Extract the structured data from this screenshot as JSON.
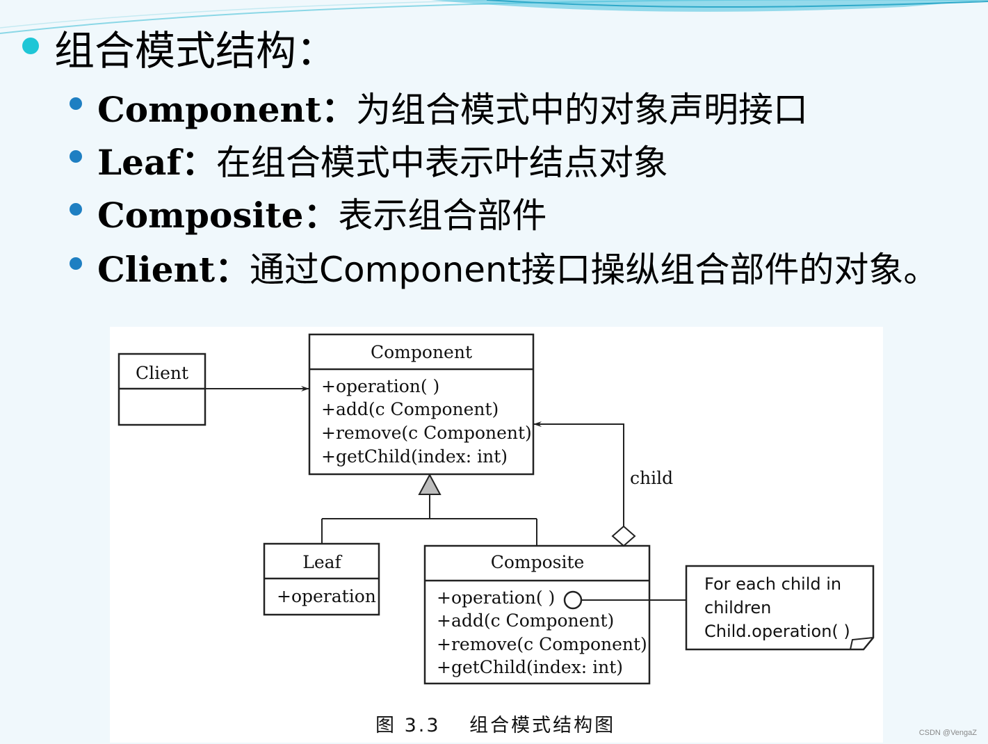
{
  "heading": "组合模式结构：",
  "items": [
    {
      "term": "Component：",
      "desc": "为组合模式中的对象声明接口"
    },
    {
      "term": "Leaf：",
      "desc": "在组合模式中表示叶结点对象"
    },
    {
      "term": "Composite：",
      "desc": "表示组合部件"
    },
    {
      "term": "Client：",
      "desc": "通过Component接口操纵组合部件的对象。"
    }
  ],
  "diagram": {
    "client": {
      "title": "Client"
    },
    "component": {
      "title": "Component",
      "ops": [
        "+operation( )",
        "+add(c Component)",
        "+remove(c Component)",
        "+getChild(index: int)"
      ]
    },
    "leaf": {
      "title": "Leaf",
      "ops": [
        "+operation"
      ]
    },
    "composite": {
      "title": "Composite",
      "ops": [
        "+operation( )",
        "+add(c Component)",
        "+remove(c Component)",
        "+getChild(index: int)"
      ]
    },
    "child_label": "child",
    "note": [
      "For each child in",
      "children",
      "Child.operation( )"
    ],
    "caption": "图 3.3　 组合模式结构图"
  },
  "credit": "CSDN @VengaZ",
  "colors": {
    "heading_bullet": "#1fc6d6",
    "item_bullet": "#1e7fc2",
    "background": "#f0f8fc"
  }
}
